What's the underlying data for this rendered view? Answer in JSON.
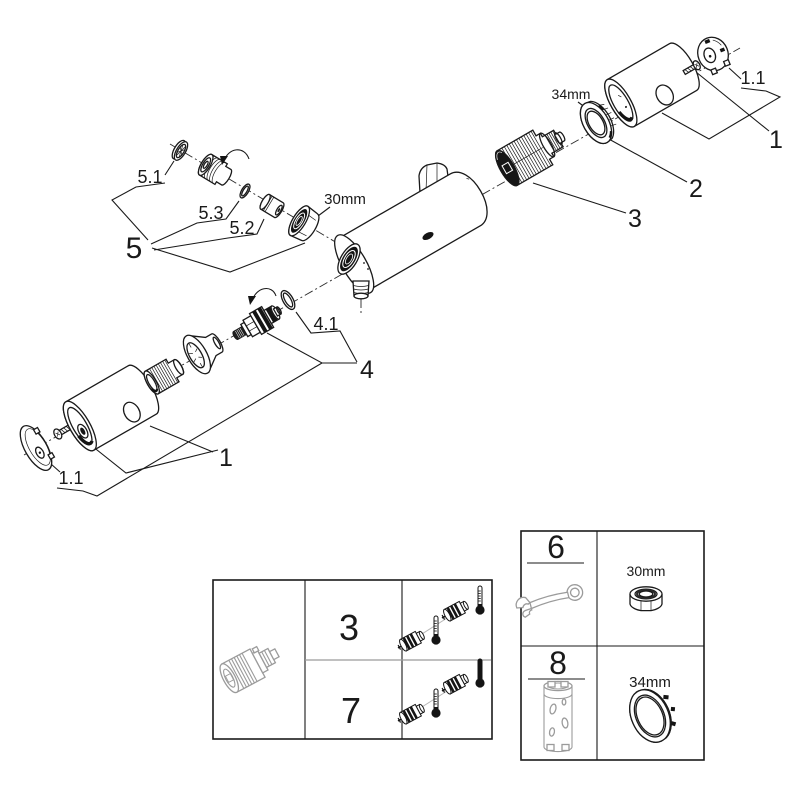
{
  "colors": {
    "line": "#1a1a1a",
    "gray": "#9b9b9b",
    "dark": "#141414",
    "background": "#ffffff"
  },
  "explosion": {
    "upper_group": {
      "ring_size": "34mm",
      "cap_label": "1.1",
      "assembly_label": "1",
      "ring_label": "2",
      "cartridge_label": "3"
    },
    "inlet_group": {
      "filter_label": "5.1",
      "oring_label": "5.3",
      "check_valve_label": "5.2",
      "group_label": "5",
      "nut_size": "30mm"
    },
    "valve_group": {
      "oring_label": "4.1",
      "valve_label": "4"
    },
    "lower_group": {
      "assembly_label": "1",
      "cap_label": "1.1"
    }
  },
  "variant_table": {
    "rows": [
      {
        "cartridge_num": "3"
      },
      {
        "cartridge_num": "7"
      }
    ]
  },
  "tool_table": {
    "cells": [
      {
        "item_num": "6",
        "tool_size": "30mm"
      },
      {
        "item_num": "8",
        "tool_size": "34mm"
      }
    ]
  }
}
